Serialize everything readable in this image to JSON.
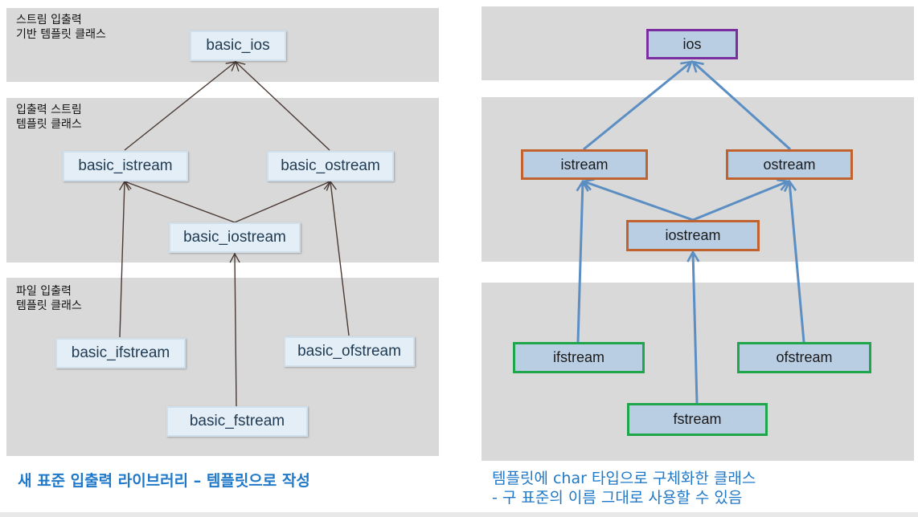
{
  "left": {
    "bands": [
      {
        "label": "스트림 입출력\n기반 템플릿 클래스"
      },
      {
        "label": "입출력 스트림\n템플릿 클래스"
      },
      {
        "label": "파일 입출력\n템플릿 클래스"
      }
    ],
    "nodes": {
      "basic_ios": "basic_ios",
      "basic_istream": "basic_istream",
      "basic_ostream": "basic_ostream",
      "basic_iostream": "basic_iostream",
      "basic_ifstream": "basic_ifstream",
      "basic_ofstream": "basic_ofstream",
      "basic_fstream": "basic_fstream"
    },
    "caption": "새 표준 입출력 라이브러리 – 템플릿으로 작성"
  },
  "right": {
    "nodes": {
      "ios": "ios",
      "istream": "istream",
      "ostream": "ostream",
      "iostream": "iostream",
      "ifstream": "ifstream",
      "ofstream": "ofstream",
      "fstream": "fstream"
    },
    "caption_line1": "템플릿에 char 타입으로 구체화한 클래스",
    "caption_line2": "- 구 표준의 이름 그대로 사용할 수 있음"
  },
  "colors": {
    "band": "#d9d9d9",
    "left_arrow": "#4a3a34",
    "right_arrow": "#5b8ec3",
    "ios_border": "#7a2ea0",
    "mid_border": "#c0632e",
    "file_border": "#1fa64a",
    "caption": "#1f78c8"
  }
}
